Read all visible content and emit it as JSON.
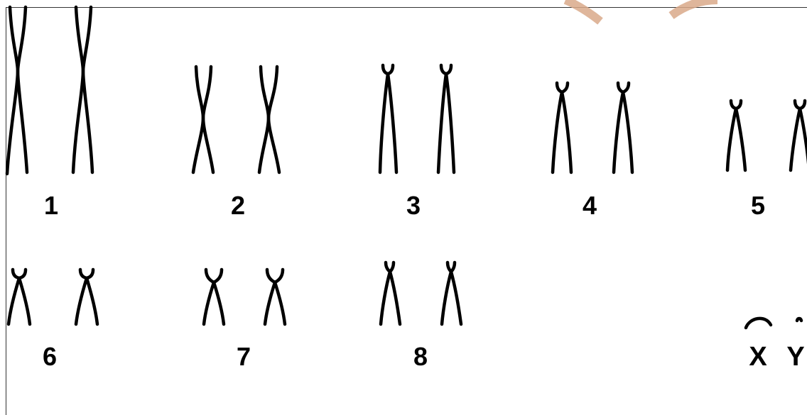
{
  "karyotype": {
    "pairs": [
      {
        "label": "1"
      },
      {
        "label": "2"
      },
      {
        "label": "3"
      },
      {
        "label": "4"
      },
      {
        "label": "5"
      },
      {
        "label": "6"
      },
      {
        "label": "7"
      },
      {
        "label": "8"
      }
    ],
    "sex_chromosomes": {
      "x_label": "X",
      "y_label": "Y"
    }
  },
  "colors": {
    "ink": "#000000",
    "watermark": "#d9a98a",
    "background": "#ffffff"
  }
}
